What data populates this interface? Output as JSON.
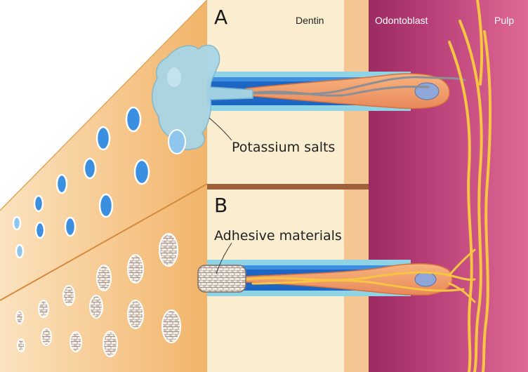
{
  "panels": {
    "a": "A",
    "b": "B"
  },
  "layers": {
    "dentin": "Dentin",
    "odontoblast": "Odontoblast",
    "pulp": "Pulp"
  },
  "callouts": {
    "potassium": "Potassium salts",
    "adhesive": "Adhesive materials"
  },
  "colors": {
    "enamel_surface": "#f2b46a",
    "dentin_band": "#fbeed0",
    "odontoblast_layer": "#a8326c",
    "pulp": "#d95b8c",
    "tubule_fluid": "#1e66c4",
    "tubule_wall": "#8fd3e6",
    "cell": "#f2a06a",
    "nucleus": "#8fa6d8",
    "nerve": "#f6c542",
    "salt_gel": "#a9d6e6"
  },
  "surface_states": {
    "upper": "open-tubules",
    "lower": "sealed-tubules"
  }
}
